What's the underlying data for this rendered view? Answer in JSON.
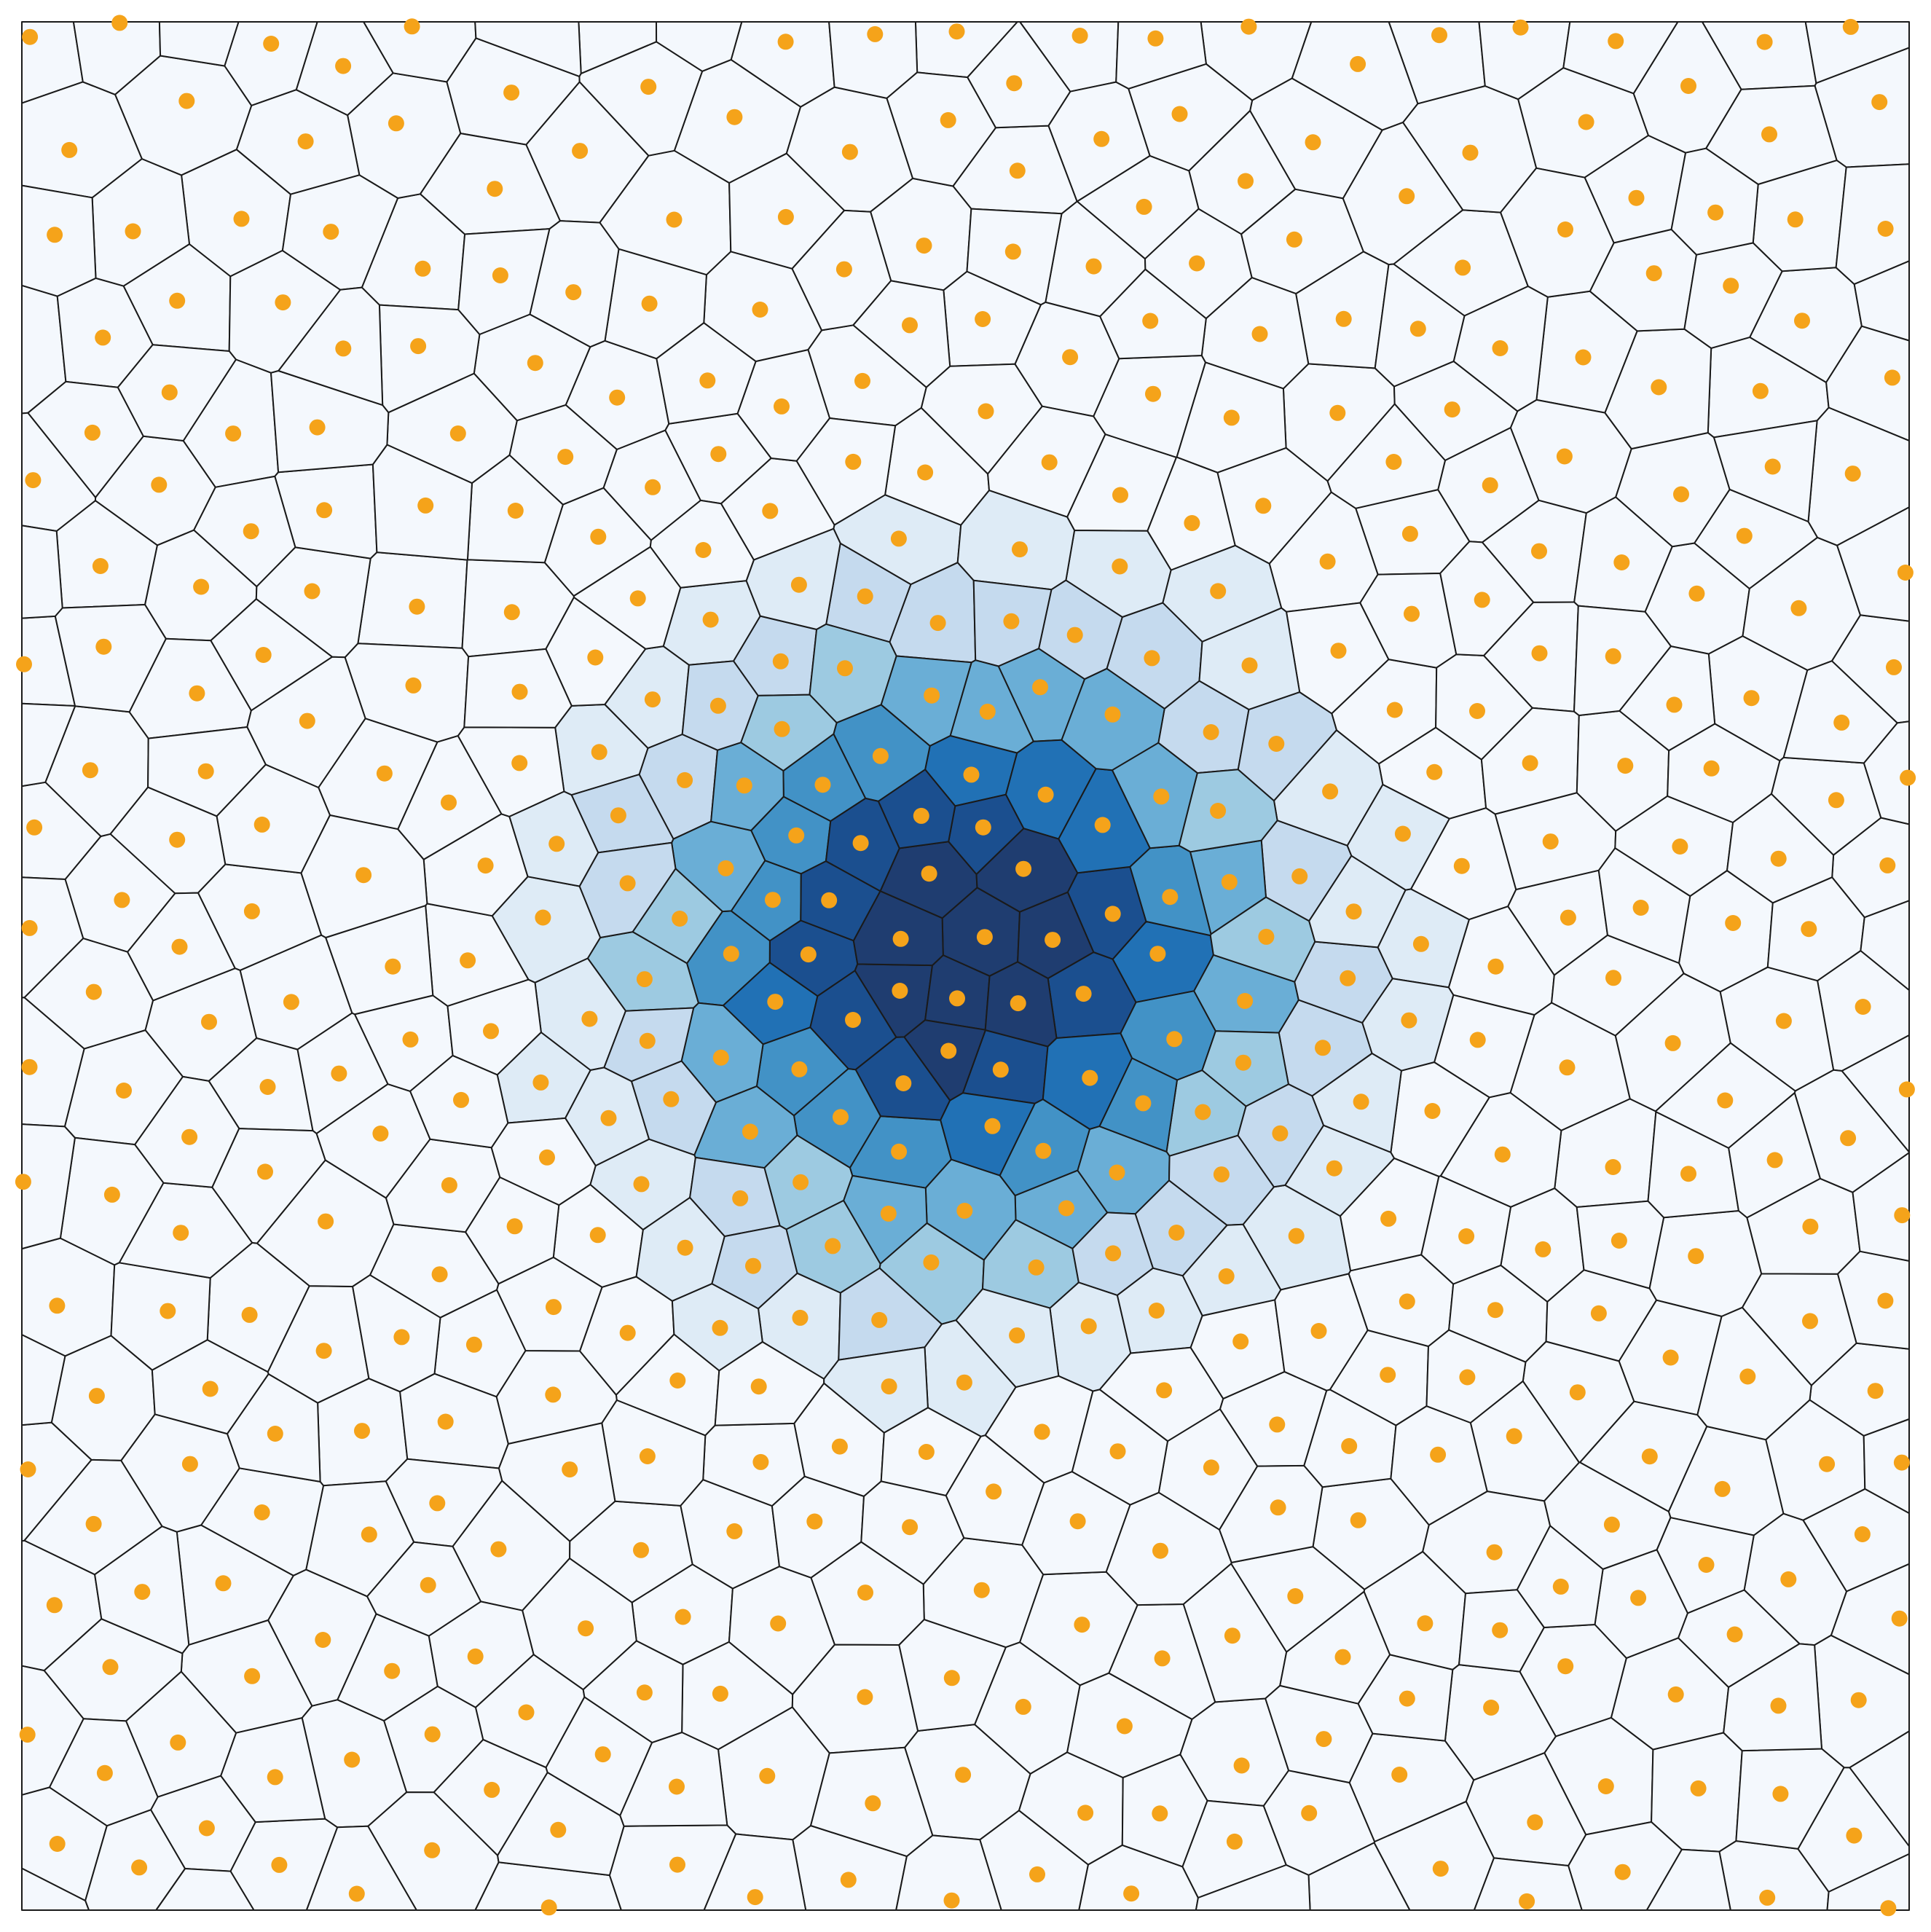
{
  "diagram": {
    "kind": "voronoi-tessellation",
    "site_count": 600,
    "density_hotspot": "center",
    "cell_fill_scale": [
      "#f4f8fd",
      "#deebf6",
      "#c5daee",
      "#9dcae1",
      "#6aaed6",
      "#4292c6",
      "#2171b5",
      "#1b4f8f",
      "#1f3d70"
    ],
    "cell_edge_color": "#1a1a1a",
    "site_marker_color": "#f5a31a",
    "background_color": "#ffffff"
  }
}
